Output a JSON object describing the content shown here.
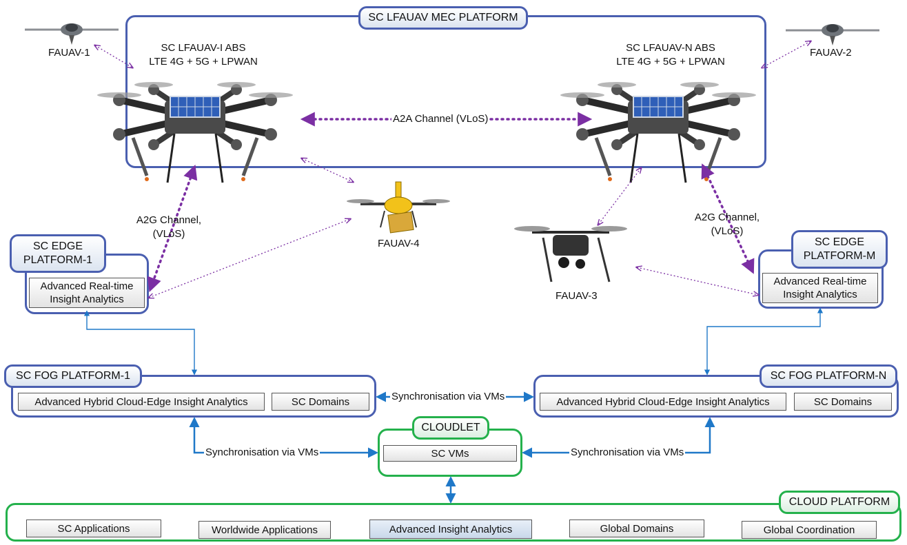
{
  "mec": {
    "title": "SC LFAUAV MEC PLATFORM",
    "abs_left_line1": "SC LFAUAV-I ABS",
    "abs_left_line2": "LTE 4G + 5G + LPWAN",
    "abs_right_line1": "SC LFAUAV-N ABS",
    "abs_right_line2": "LTE 4G + 5G + LPWAN",
    "a2a_channel": "A2A Channel (VLoS)"
  },
  "fauav": {
    "one": "FAUAV-1",
    "two": "FAUAV-2",
    "three": "FAUAV-3",
    "four": "FAUAV-4"
  },
  "a2g_left": {
    "line1": "A2G Channel,",
    "line2": "(VLoS)"
  },
  "a2g_right": {
    "line1": "A2G Channel,",
    "line2": "(VLoS)"
  },
  "edge_left": {
    "title_line1": "SC EDGE",
    "title_line2": "PLATFORM-1",
    "analytics_line1": "Advanced  Real-time",
    "analytics_line2": "Insight Analytics"
  },
  "edge_right": {
    "title_line1": "SC EDGE",
    "title_line2": "PLATFORM-M",
    "analytics_line1": "Advanced  Real-time",
    "analytics_line2": "Insight Analytics"
  },
  "fog_left": {
    "title": "SC FOG PLATFORM-1",
    "analytics": "Advanced Hybrid Cloud-Edge Insight Analytics",
    "domains": "SC Domains"
  },
  "fog_right": {
    "title": "SC FOG PLATFORM-N",
    "analytics": "Advanced Hybrid Cloud-Edge Insight Analytics",
    "domains": "SC Domains"
  },
  "sync": {
    "fog_to_fog": "Synchronisation via VMs",
    "fog_left_to_cloudlet": "Synchronisation via VMs",
    "cloudlet_to_fog_right": "Synchronisation via VMs"
  },
  "cloudlet": {
    "title": "CLOUDLET",
    "vms": "SC VMs"
  },
  "cloud": {
    "title": "CLOUD PLATFORM",
    "items": [
      "SC Applications",
      "Worldwide Applications",
      "Advanced Insight Analytics",
      "Global Domains",
      "Global Coordination"
    ]
  },
  "colors": {
    "platform_border": "#4a5fb0",
    "cloud_border": "#24b14c",
    "wireless_link": "#7b2fa3",
    "wired_link": "#1f78c8"
  }
}
